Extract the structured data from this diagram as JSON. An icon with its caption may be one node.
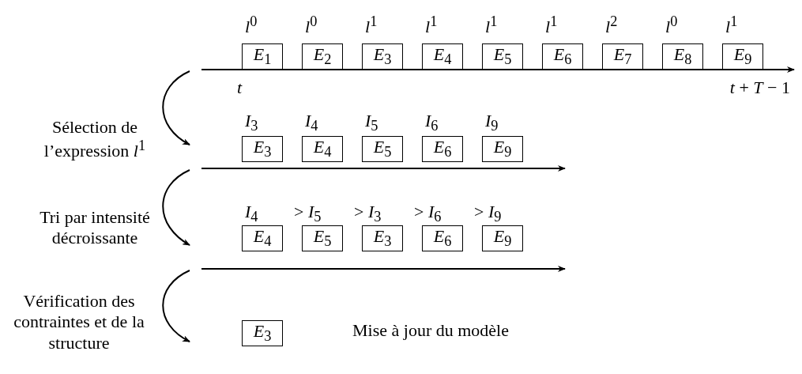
{
  "diagram": {
    "nodes": [
      {
        "text": [
          "*E*$_{1}$"
        ],
        "beside": [
          "*l*$^{0}$"
        ]
      },
      {
        "text": [
          "*E*$_{2}$"
        ],
        "beside": [
          "*l*$^{0}$"
        ]
      },
      {
        "text": [
          "*E*$_{3}$"
        ],
        "beside": [
          "*l*$^{1}$"
        ]
      },
      {
        "text": [
          "*E*$_{4}$"
        ],
        "beside": [
          "*l*$^{1}$"
        ]
      },
      {
        "text": [
          "*E*$_{5}$"
        ],
        "beside": [
          "*l*$^{1}$"
        ]
      },
      {
        "text": [
          "*E*$_{6}$"
        ],
        "beside": [
          "*l*$^{1}$"
        ]
      },
      {
        "text": [
          "*E*$_{7}$"
        ],
        "beside": [
          "*l*$^{2}$"
        ]
      },
      {
        "text": [
          "*E*$_{8}$"
        ],
        "beside": [
          "*l*$^{0}$"
        ]
      },
      {
        "text": [
          "*E*$_{9}$"
        ],
        "beside": [
          "*l*$^{1}$"
        ]
      },
      {
        "text": [
          "*E*$_{3}$"
        ],
        "beside": [
          "*I*$_{3}$"
        ]
      },
      {
        "text": [
          "*E*$_{4}$"
        ],
        "beside": [
          "*I*$_{4}$"
        ]
      },
      {
        "text": [
          "*E*$_{5}$"
        ],
        "beside": [
          "*I*$_{5}$"
        ]
      },
      {
        "text": [
          "*E*$_{6}$"
        ],
        "beside": [
          "*I*$_{6}$"
        ]
      },
      {
        "text": [
          "*E*$_{9}$"
        ],
        "beside": [
          "*I*$_{9}$"
        ]
      },
      {
        "text": [
          "*E*$_{4}$"
        ],
        "beside": [
          "*I*$_{4}$"
        ]
      },
      {
        "text": [
          "*E*$_{5}$"
        ],
        "beside": [
          "> *I*$_{5}$"
        ]
      },
      {
        "text": [
          "*E*$_{3}$"
        ],
        "beside": [
          "> *I*$_{3}$"
        ]
      },
      {
        "text": [
          "*E*$_{6}$"
        ],
        "beside": [
          "> *I*$_{6}$"
        ]
      },
      {
        "text": [
          "*E*$_{9}$"
        ],
        "beside": [
          "> *I*$_{9}$"
        ]
      },
      {
        "text": [
          "*E*$_{3}$"
        ]
      }
    ],
    "labels": [
      "*t*",
      "*t* + *T* − 1",
      "Sélection de l’expression *l*$^{1}$",
      "Tri par intensité décroissante",
      "Vérification des contraintes et de la structure",
      "Mise à jour du modèle"
    ]
  }
}
